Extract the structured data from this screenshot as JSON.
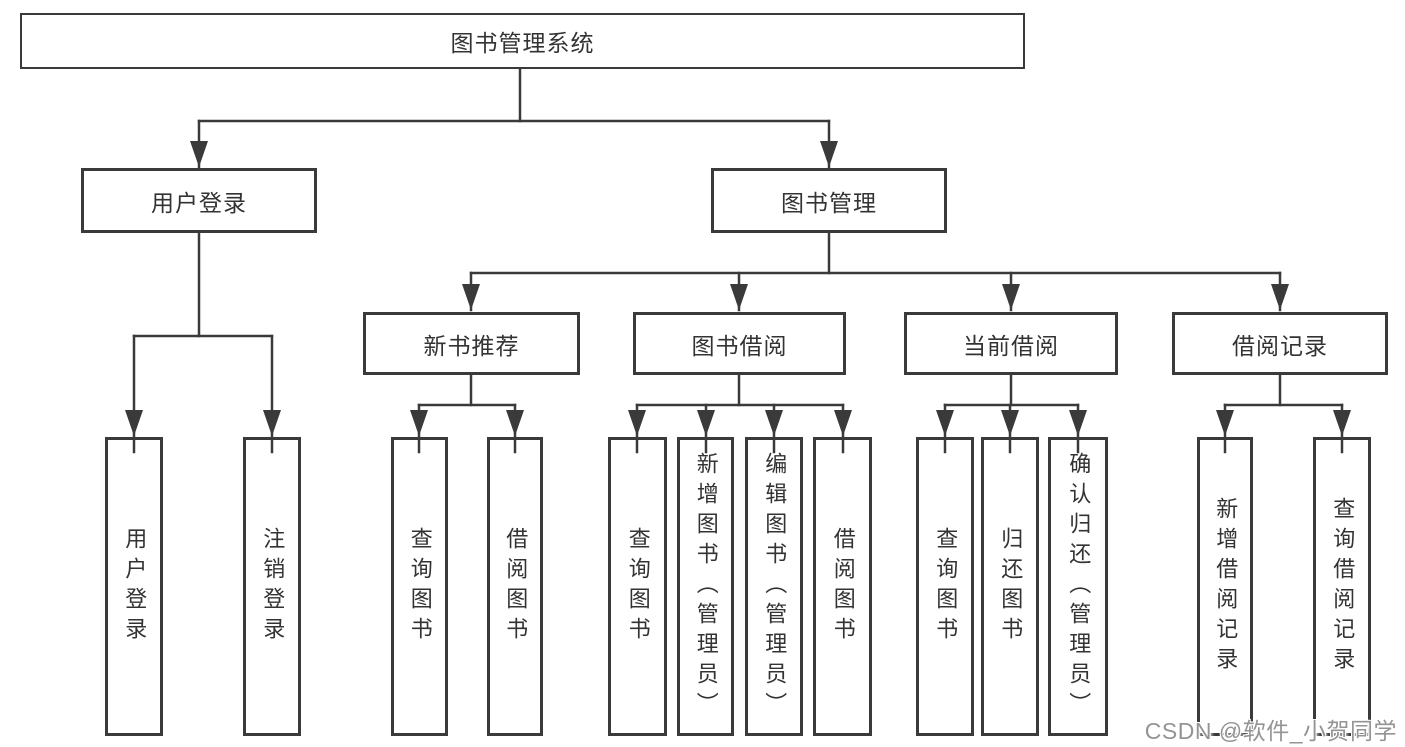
{
  "colors": {
    "background": "#ffffff",
    "line": "#3a3a3a",
    "box_border": "#3a3a3a",
    "text": "#333333",
    "watermark": "#949494"
  },
  "tree": {
    "root": "图书管理系统",
    "branches": [
      {
        "label": "用户登录",
        "children": [
          "用户登录",
          "注销登录"
        ]
      },
      {
        "label": "图书管理",
        "children": [
          {
            "label": "新书推荐",
            "children": [
              "查询图书",
              "借阅图书"
            ]
          },
          {
            "label": "图书借阅",
            "children": [
              "查询图书",
              "新增图书（管理员）",
              "编辑图书（管理员）",
              "借阅图书"
            ]
          },
          {
            "label": "当前借阅",
            "children": [
              "查询图书",
              "归还图书",
              "确认归还（管理员）"
            ]
          },
          {
            "label": "借阅记录",
            "children": [
              "新增借阅记录",
              "查询借阅记录"
            ]
          }
        ]
      }
    ]
  },
  "watermark": "CSDN @软件_小贺同学"
}
